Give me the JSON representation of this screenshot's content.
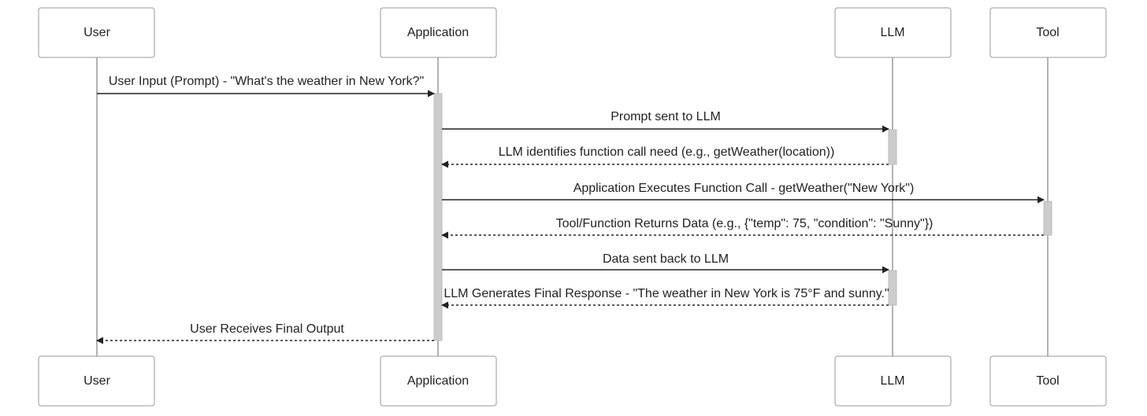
{
  "participants": [
    {
      "id": "user",
      "label": "User"
    },
    {
      "id": "application",
      "label": "Application"
    },
    {
      "id": "llm",
      "label": "LLM"
    },
    {
      "id": "tool",
      "label": "Tool"
    }
  ],
  "messages": [
    {
      "from": "user",
      "to": "application",
      "style": "solid",
      "label": "User Input (Prompt) - \"What's the weather in New York?\""
    },
    {
      "from": "application",
      "to": "llm",
      "style": "solid",
      "label": "Prompt sent to LLM"
    },
    {
      "from": "llm",
      "to": "application",
      "style": "dashed",
      "label": "LLM identifies function call need (e.g., getWeather(location))"
    },
    {
      "from": "application",
      "to": "tool",
      "style": "solid",
      "label": "Application Executes Function Call - getWeather(\"New York\")"
    },
    {
      "from": "tool",
      "to": "application",
      "style": "dashed",
      "label": "Tool/Function Returns Data (e.g., {\"temp\": 75, \"condition\": \"Sunny\"})"
    },
    {
      "from": "application",
      "to": "llm",
      "style": "solid",
      "label": "Data sent back to LLM"
    },
    {
      "from": "llm",
      "to": "application",
      "style": "dashed",
      "label": "LLM Generates Final Response - \"The weather in New York is 75°F and sunny.\""
    },
    {
      "from": "application",
      "to": "user",
      "style": "dashed",
      "label": "User Receives Final Output"
    }
  ],
  "colors": {
    "box_border": "#9a9a9a",
    "lifeline": "#9a9a9a",
    "activation": "#cccccc",
    "arrow": "#222222",
    "text": "#222222"
  }
}
